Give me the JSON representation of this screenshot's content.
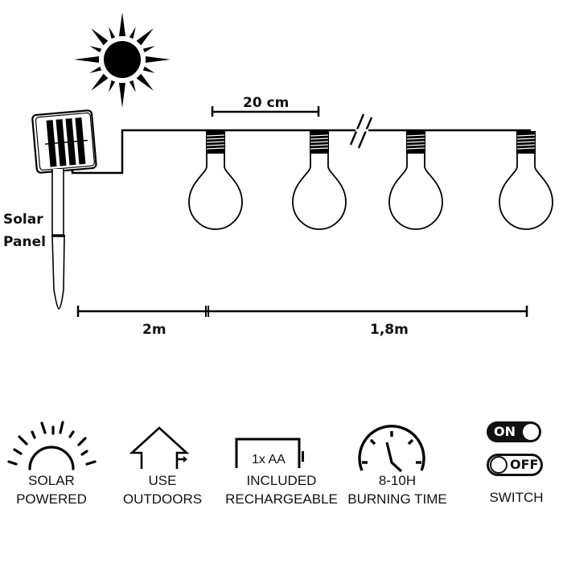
{
  "diagram": {
    "sun": {
      "icon": "sun-icon"
    },
    "solar_panel": {
      "icon": "solar-panel-icon",
      "label_line1": "Solar",
      "label_line2": "Panel"
    },
    "bulbs": {
      "count": 4,
      "icon": "light-bulb-icon"
    },
    "spacing": {
      "label": "20 cm"
    },
    "cable_break": {
      "icon": "break-mark-icon"
    },
    "measurements": [
      {
        "label": "2m",
        "segment": "lead-cable"
      },
      {
        "label": "1,8m",
        "segment": "bulb-string"
      }
    ]
  },
  "features": [
    {
      "id": "solar",
      "icon": "solar-sunrise-icon",
      "line1": "SOLAR",
      "line2": "POWERED"
    },
    {
      "id": "outdoors",
      "icon": "house-outdoor-icon",
      "line1": "USE",
      "line2": "OUTDOORS"
    },
    {
      "id": "battery",
      "icon": "battery-icon",
      "icon_text": "1x AA",
      "line1": "INCLUDED",
      "line2": "RECHARGEABLE"
    },
    {
      "id": "burning",
      "icon": "clock-gauge-icon",
      "line1": "8-10H",
      "line2": "BURNING TIME"
    },
    {
      "id": "switch",
      "icon": "on-off-switch-icon",
      "on_label": "ON",
      "off_label": "OFF",
      "line1": "SWITCH"
    }
  ],
  "colors": {
    "ink": "#000000",
    "background": "#ffffff"
  }
}
